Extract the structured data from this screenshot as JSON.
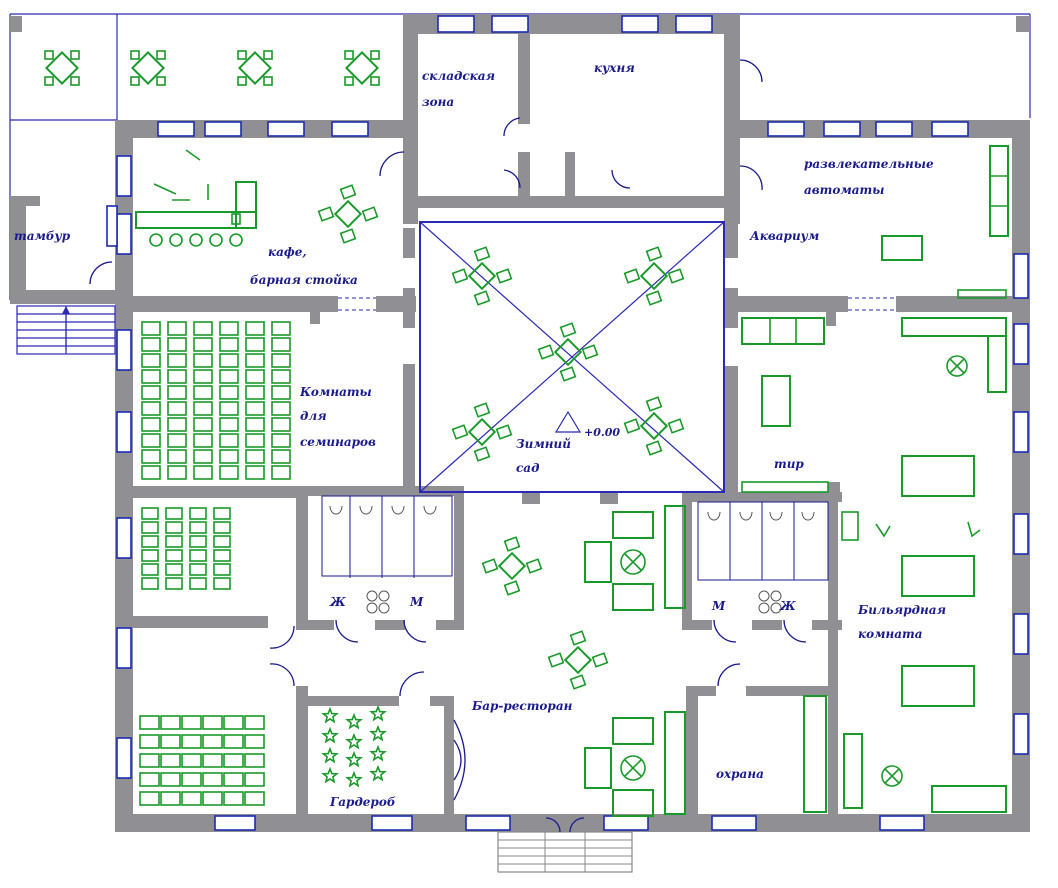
{
  "plan": {
    "title": "",
    "rooms": {
      "tambur": "тамбур",
      "cafe_line1": "кафе,",
      "cafe_line2": "барная стойка",
      "service_line1": "складская",
      "service_line2": "зона",
      "kitchen": "кухня",
      "gaming_line1": "развлекательные",
      "gaming_line2": "автоматы",
      "aquarium": "Аквариум",
      "seminar_line1": "Комнаты",
      "seminar_line2": "для",
      "seminar_line3": "семинаров",
      "winter_line1": "Зимний",
      "winter_line2": "сад",
      "bar": "Бар-ресторан",
      "cloak": "Гардероб",
      "billiard_line1": "Бильярдная",
      "billiard_line2": "комната",
      "guard": "охрана",
      "wc_zh_left": "Ж",
      "wc_m_left": "М",
      "wc_m_right": "М",
      "wc_zh_right": "Ж",
      "tir": "тир",
      "mark": "+0.00"
    },
    "colors": {
      "wall": "#8f8f94",
      "window": "#1c2bb0",
      "furniture": "#1a9a2a",
      "label": "#1a1a8c"
    }
  }
}
